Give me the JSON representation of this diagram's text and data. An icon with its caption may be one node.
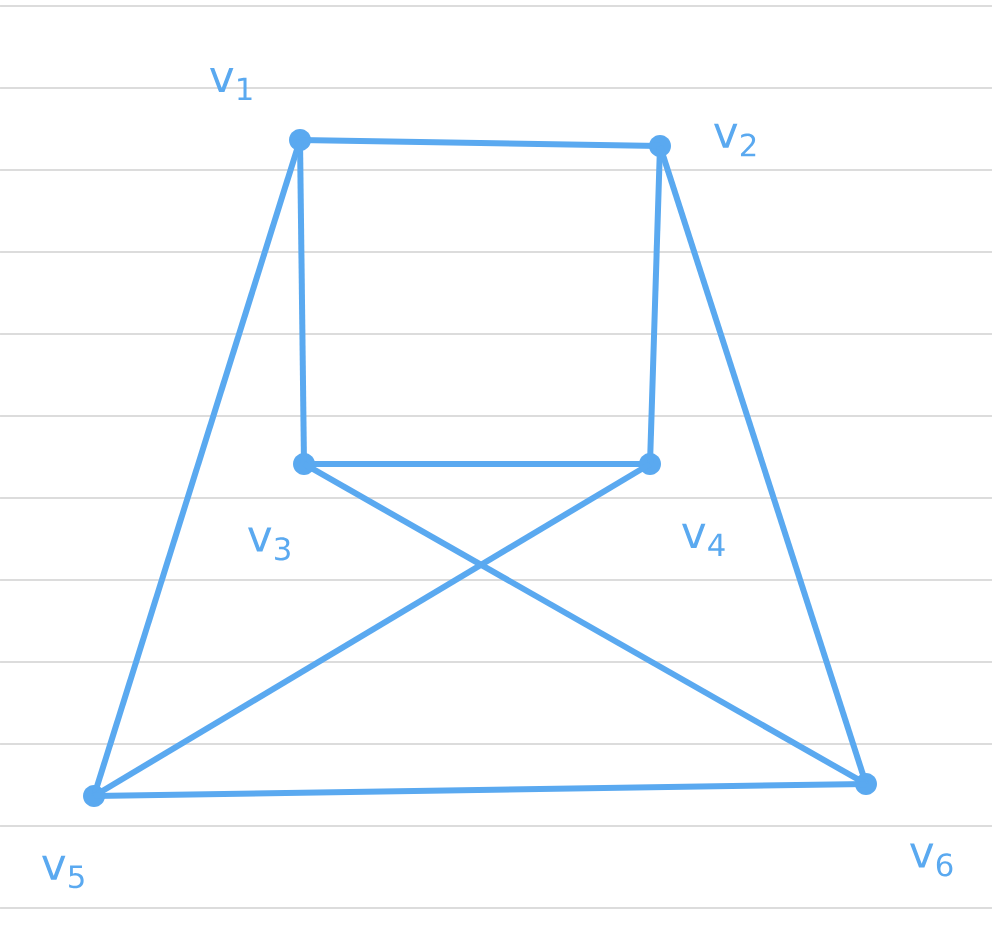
{
  "diagram": {
    "nodes": [
      {
        "text": [],
        "shape": "circle",
        "beside": [
          "v$_{1}$"
        ]
      },
      {
        "text": [],
        "shape": "circle",
        "beside": [
          "v$_{2}$"
        ]
      },
      {
        "text": [],
        "shape": "circle",
        "beside": [
          "v$_{3}$"
        ]
      },
      {
        "text": [],
        "shape": "circle",
        "beside": [
          "v$_{4}$"
        ]
      },
      {
        "text": [],
        "shape": "circle",
        "beside": [
          "v$_{5}$"
        ]
      },
      {
        "text": [],
        "shape": "circle",
        "beside": [
          "v$_{6}$"
        ]
      }
    ],
    "edges": [
      {
        "from": 0,
        "to": 1,
        "arrow": "none"
      },
      {
        "from": 0,
        "to": 2,
        "arrow": "none"
      },
      {
        "from": 1,
        "to": 3,
        "arrow": "none"
      },
      {
        "from": 2,
        "to": 3,
        "arrow": "none"
      },
      {
        "from": 0,
        "to": 4,
        "arrow": "none"
      },
      {
        "from": 1,
        "to": 5,
        "arrow": "none"
      },
      {
        "from": 2,
        "to": 5,
        "arrow": "none"
      },
      {
        "from": 3,
        "to": 4,
        "arrow": "none"
      },
      {
        "from": 4,
        "to": 5,
        "arrow": "none"
      }
    ]
  }
}
